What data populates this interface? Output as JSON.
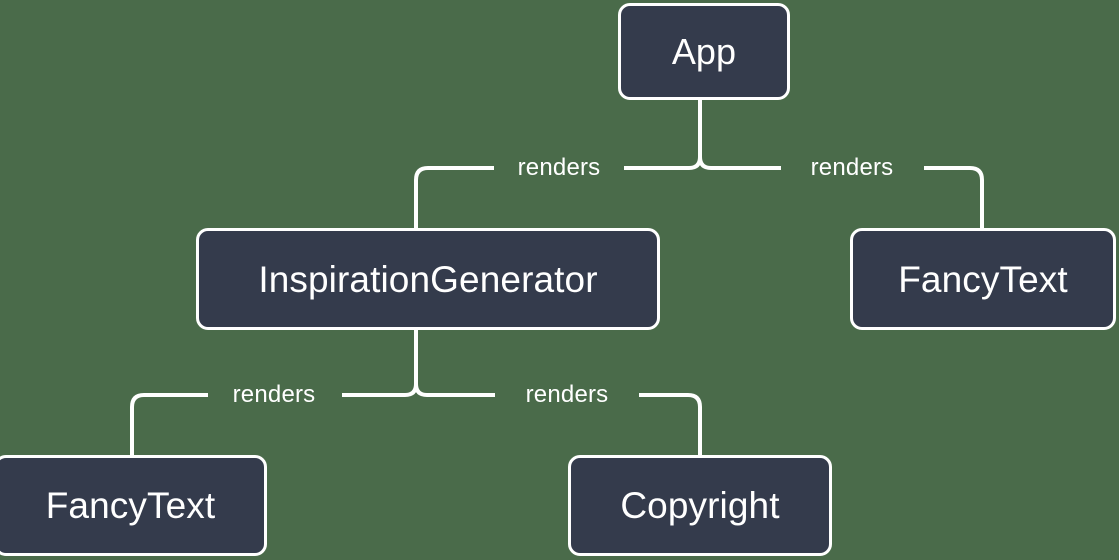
{
  "diagram": {
    "type": "react-component-tree",
    "background_color": "#4a6b4a",
    "node_fill_color": "#343b4c",
    "node_border_color": "#ffffff",
    "text_color": "#ffffff",
    "nodes": [
      {
        "id": "app",
        "label": "App"
      },
      {
        "id": "inspiration_generator",
        "label": "InspirationGenerator"
      },
      {
        "id": "fancytext_right",
        "label": "FancyText"
      },
      {
        "id": "fancytext_bottom",
        "label": "FancyText"
      },
      {
        "id": "copyright",
        "label": "Copyright"
      }
    ],
    "edges": [
      {
        "from": "app",
        "to": "inspiration_generator",
        "label": "renders"
      },
      {
        "from": "app",
        "to": "fancytext_right",
        "label": "renders"
      },
      {
        "from": "inspiration_generator",
        "to": "fancytext_bottom",
        "label": "renders"
      },
      {
        "from": "inspiration_generator",
        "to": "copyright",
        "label": "renders"
      }
    ],
    "edge_labels": {
      "app_to_inspiration": "renders",
      "app_to_fancytext": "renders",
      "inspiration_to_fancytext": "renders",
      "inspiration_to_copyright": "renders"
    }
  }
}
